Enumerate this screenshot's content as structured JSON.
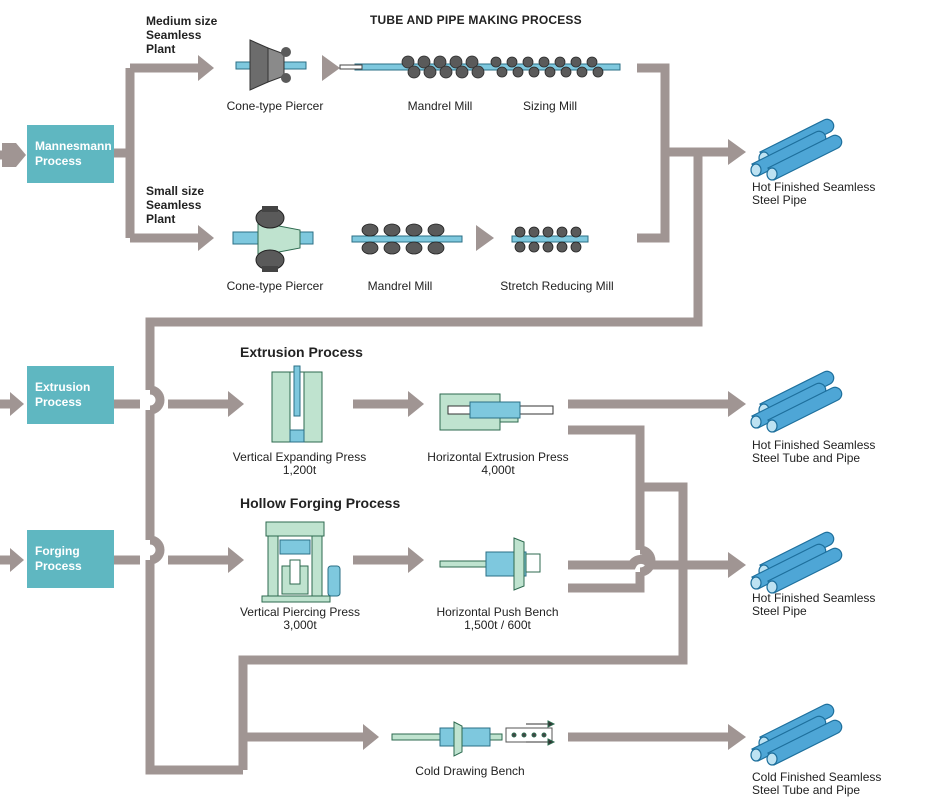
{
  "title": "TUBE AND PIPE MAKING PROCESS",
  "sources": [
    {
      "id": "mannesmann",
      "label": "Mannesmann\nProcess"
    },
    {
      "id": "extrusion",
      "label": "Extrusion\nProcess"
    },
    {
      "id": "forging",
      "label": "Forging\nProcess"
    }
  ],
  "plants": {
    "medium": "Medium size\nSeamless\nPlant",
    "small": "Small size\nSeamless\nPlant"
  },
  "sections": {
    "extrusion": "Extrusion Process",
    "hollow_forging": "Hollow Forging Process"
  },
  "equipment": {
    "cone_piercer_1": "Cone-type Piercer",
    "mandrel_mill_1": "Mandrel Mill",
    "sizing_mill": "Sizing Mill",
    "cone_piercer_2": "Cone-type Piercer",
    "mandrel_mill_2": "Mandrel Mill",
    "stretch_reducing": "Stretch Reducing Mill",
    "vertical_expanding": "Vertical Expanding Press\n1,200t",
    "horizontal_extrusion": "Horizontal Extrusion Press\n4,000t",
    "vertical_piercing": "Vertical Piercing Press\n3,000t",
    "horizontal_push": "Horizontal Push Bench\n1,500t / 600t",
    "cold_drawing": "Cold Drawing Bench"
  },
  "outputs": [
    {
      "id": "hot_pipe_1",
      "label": "Hot Finished Seamless\nSteel Pipe"
    },
    {
      "id": "hot_tube_pipe",
      "label": "Hot Finished Seamless\nSteel Tube and Pipe"
    },
    {
      "id": "hot_pipe_2",
      "label": "Hot Finished Seamless\nSteel Pipe"
    },
    {
      "id": "cold_tube_pipe",
      "label": "Cold Finished Seamless\nSteel Tube and Pipe"
    }
  ],
  "colors": {
    "flow": "#a09593",
    "box": "#5fb7c1",
    "pipe": "#4ea6d6",
    "machine": "#5a5a5a",
    "green": "#bfe3cf"
  }
}
